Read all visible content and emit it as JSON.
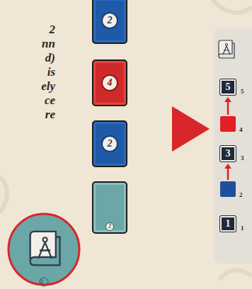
{
  "diagram": {
    "nodes": [
      {
        "text": [
          "2"
        ]
      },
      {
        "text": [
          "4"
        ]
      },
      {
        "text": [
          "2"
        ]
      },
      {
        "text": [
          "2"
        ]
      },
      {
        "text": [
          "5",
          "5"
        ]
      },
      {
        "text": [
          "4"
        ]
      },
      {
        "text": [
          "3",
          "3"
        ]
      },
      {
        "text": [
          "2"
        ]
      },
      {
        "text": [
          "1",
          "1"
        ]
      }
    ],
    "edges": [
      {
        "from": 5,
        "to": 4,
        "arrow": "to"
      },
      {
        "from": 7,
        "to": 6,
        "arrow": "to"
      }
    ],
    "labels": [
      "2",
      "nn",
      "d)",
      "is",
      "ely",
      "ce",
      "re",
      "2"
    ]
  }
}
